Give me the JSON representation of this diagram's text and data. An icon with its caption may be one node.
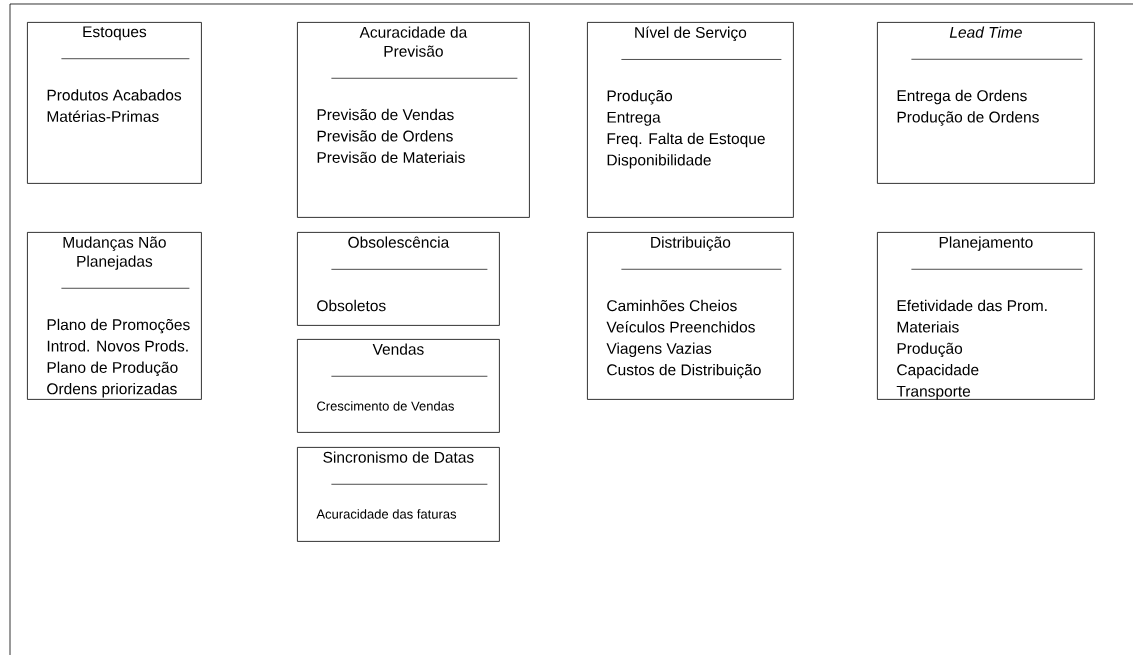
{
  "diagram": {
    "nodes": [
      {
        "text": [
          "Estoques",
          "Produtos Acabados",
          "Matérias-Primas"
        ]
      },
      {
        "text": [
          "Acuracidade da Previsão",
          "Previsão de Vendas",
          "Previsão de Ordens",
          "Previsão de Materiais"
        ]
      },
      {
        "text": [
          "Nível de Serviço",
          "Produção",
          "Entrega",
          "Freq. Falta de Estoque",
          "Disponibilidade"
        ]
      },
      {
        "text": [
          "*Lead Time*",
          "Entrega de Ordens",
          "Produção de Ordens"
        ]
      },
      {
        "text": [
          "Mudanças Não Planejadas",
          "Plano de Promoções",
          "Introd. Novos Prods.",
          "Plano de Produção",
          "Ordens priorizadas"
        ]
      },
      {
        "text": [
          "Obsolescência",
          "Obsoletos"
        ]
      },
      {
        "text": [
          "Distribuição",
          "Caminhões Cheios",
          "Veículos Preenchidos",
          "Viagens Vazias",
          "Custos de Distribuição"
        ]
      },
      {
        "text": [
          "Planejamento",
          "Efetividade das Prom.",
          "Materiais",
          "Produção",
          "Capacidade",
          "Transporte"
        ]
      },
      {
        "text": [
          "Vendas",
          "Crescimento de Vendas"
        ]
      },
      {
        "text": [
          "Sincronismo de Datas",
          "Acuracidade das faturas"
        ]
      }
    ]
  }
}
